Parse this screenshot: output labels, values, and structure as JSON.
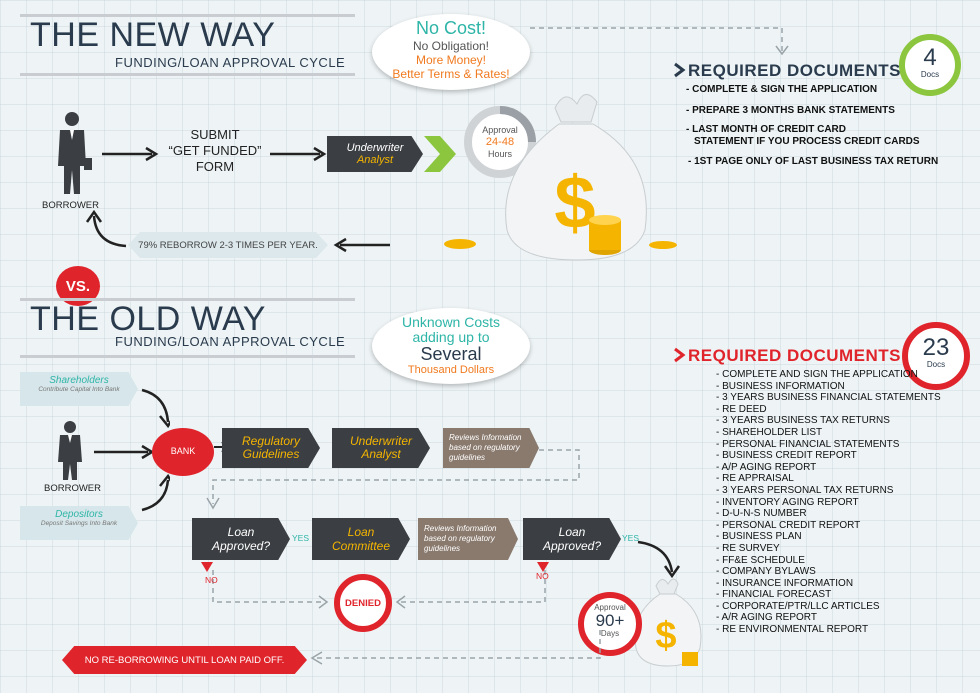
{
  "new_way": {
    "title": "THE NEW WAY",
    "subtitle": "FUNDING/LOAN APPROVAL CYCLE",
    "bubble": {
      "line1": "No Cost!",
      "line2": "No Obligation!",
      "line3": "More Money!",
      "line4": "Better Terms & Rates!"
    },
    "borrower_label": "BORROWER",
    "submit_text": [
      "SUBMIT",
      "“GET FUNDED”",
      "FORM"
    ],
    "underwriter": [
      "Underwriter",
      "Analyst"
    ],
    "approval": {
      "label": "Approval",
      "value": "24-48",
      "unit": "Hours"
    },
    "reborrow": "79% REBORROW 2-3 TIMES PER YEAR.",
    "required": {
      "title": "REQUIRED DOCUMENTS",
      "count": "4",
      "count_label": "Docs",
      "items": [
        "- COMPLETE & SIGN THE APPLICATION",
        "- PREPARE 3 MONTHS BANK STATEMENTS",
        "- LAST MONTH OF CREDIT CARD",
        "STATEMENT IF YOU PROCESS CREDIT CARDS",
        "- 1ST PAGE ONLY OF LAST BUSINESS TAX RETURN"
      ]
    }
  },
  "vs": "VS.",
  "old_way": {
    "title": "THE OLD WAY",
    "subtitle": "FUNDING/LOAN APPROVAL CYCLE",
    "bubble": {
      "line1": "Unknown Costs",
      "line2": "adding up to",
      "line3": "Several",
      "line4": "Thousand Dollars"
    },
    "shareholders": {
      "title": "Shareholders",
      "sub": "Contribute Capital Into Bank"
    },
    "depositors": {
      "title": "Depositors",
      "sub": "Deposit Savings Into Bank"
    },
    "borrower_label": "BORROWER",
    "bank": "BANK",
    "regulatory": [
      "Regulatory",
      "Guidelines"
    ],
    "underwriter": [
      "Underwriter",
      "Analyst"
    ],
    "reviews1": [
      "Reviews Information",
      "based on regulatory",
      "guidelines"
    ],
    "loan_approved1": [
      "Loan",
      "Approved?"
    ],
    "loan_committee": [
      "Loan",
      "Committee"
    ],
    "reviews2": [
      "Reviews Information",
      "based on regulatory",
      "guidelines"
    ],
    "loan_approved2": [
      "Loan",
      "Approved?"
    ],
    "yes": "YES",
    "no": "NO",
    "denied": "DENIED",
    "approval": {
      "label": "Approval",
      "value": "90+",
      "unit": "Days"
    },
    "no_reborrow": "NO RE-BORROWING UNTIL LOAN PAID OFF.",
    "required": {
      "title": "REQUIRED DOCUMENTS",
      "count": "23",
      "count_label": "Docs",
      "items": [
        "- COMPLETE AND SIGN THE APPLICATION",
        "- BUSINESS INFORMATION",
        "- 3 YEARS BUSINESS FINANCIAL STATEMENTS",
        "- RE DEED",
        "- 3 YEARS BUSINESS TAX RETURNS",
        "- SHAREHOLDER LIST",
        "- PERSONAL FINANCIAL STATEMENTS",
        "- BUSINESS CREDIT REPORT",
        "- A/P AGING REPORT",
        "- RE APPRAISAL",
        "- 3 YEARS PERSONAL TAX RETURNS",
        "- INVENTORY AGING REPORT",
        "- D-U-N-S NUMBER",
        "- PERSONAL CREDIT REPORT",
        "- BUSINESS PLAN",
        "- RE SURVEY",
        "- FF&E SCHEDULE",
        "- COMPANY BYLAWS",
        "- INSURANCE INFORMATION",
        "- FINANCIAL FORECAST",
        "- CORPORATE/PTR/LLC ARTICLES",
        "- A/R AGING REPORT",
        "- RE ENVIRONMENTAL REPORT"
      ]
    }
  },
  "colors": {
    "teal": "#2eb5a7",
    "red": "#e0242b",
    "green": "#8cc63f",
    "dark": "#3b3f43",
    "navy": "#2a3b4d",
    "gold": "#f4b400"
  }
}
